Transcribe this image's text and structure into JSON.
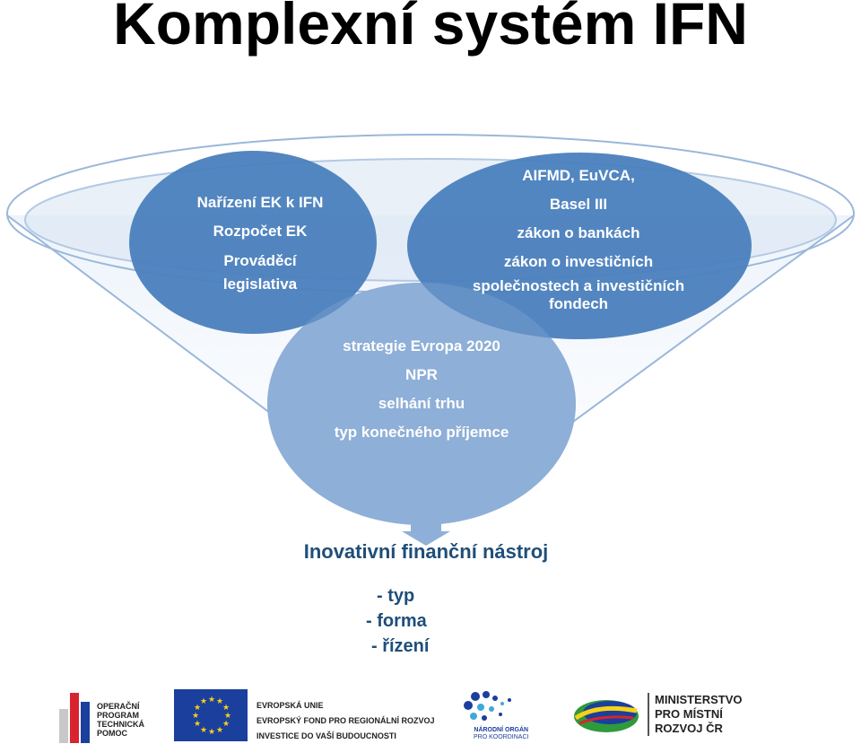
{
  "title": "Komplexní systém IFN",
  "circles": {
    "left": [
      "Nařízení EK k IFN",
      "Rozpočet EK",
      "Prováděcí",
      "legislativa"
    ],
    "right": [
      "AIFMD, EuVCA,",
      "Basel III",
      "zákon o bankách",
      "zákon o investičních",
      "společnostech a investičních",
      "fondech"
    ],
    "bottom": [
      "strategie Evropa 2020",
      "NPR",
      "selhání trhu",
      "typ konečného příjemce"
    ]
  },
  "result": {
    "title": "Inovativní finanční nástroj",
    "items": [
      "- typ",
      "- forma",
      "- řízení"
    ]
  },
  "footer": {
    "op": [
      "OPERAČNÍ",
      "PROGRAM",
      "TECHNICKÁ",
      "POMOC"
    ],
    "eu": [
      "EVROPSKÁ UNIE",
      "EVROPSKÝ FOND PRO REGIONÁLNÍ ROZVOJ",
      "INVESTICE DO VAŠÍ BUDOUCNOSTI"
    ],
    "no": [
      "NÁRODNÍ ORGÁN",
      "PRO KOORDINACI"
    ],
    "mmr": [
      "MINISTERSTVO",
      "PRO MÍSTNÍ",
      "ROZVOJ ČR"
    ]
  },
  "colors": {
    "circle_dark": "#4a7fbd",
    "circle_light": "#8eb0d8",
    "funnel_stroke": "#9ab7da",
    "text_dark_blue": "#1f4e79",
    "eu_blue": "#1b3f9c",
    "eu_star": "#f7d117"
  }
}
